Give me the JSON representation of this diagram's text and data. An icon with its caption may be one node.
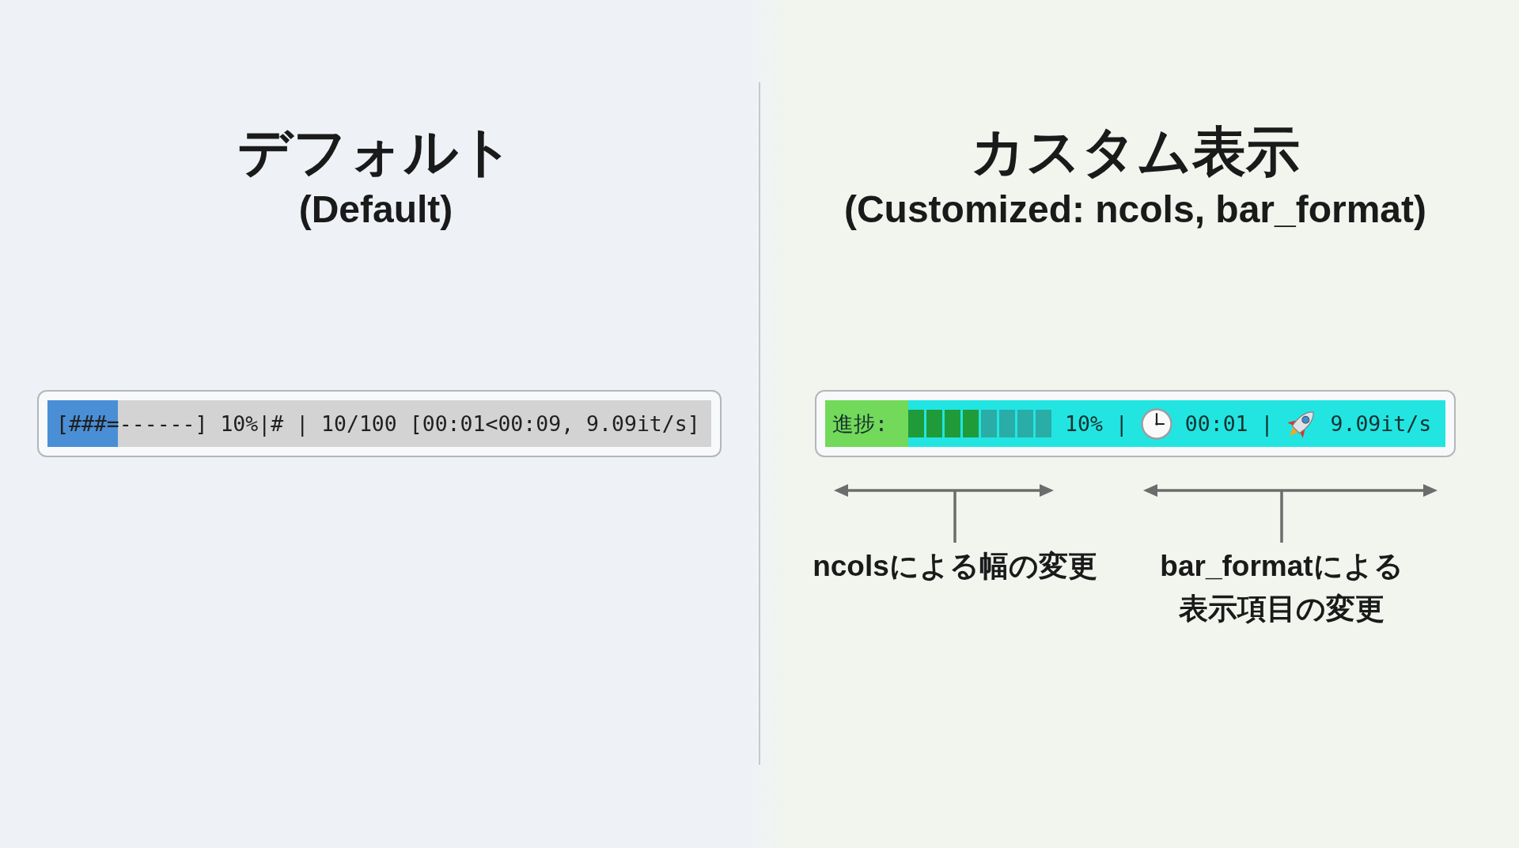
{
  "diagram": {
    "nodes": [
      {
        "text": [
          "[###=------] 10%|# | 10/100 [00:01<00:09, 9.09it/s]"
        ]
      },
      {
        "text": [
          "進捗:",
          "10% |",
          "00:01 |",
          "9.09it/s"
        ]
      }
    ],
    "labels": [
      "デフォルト",
      "(Default)",
      "カスタム表示",
      "(Customized: ncols, bar_format)",
      "ncolsによる幅の変更",
      "bar_formatによる表示項目の変更"
    ]
  }
}
